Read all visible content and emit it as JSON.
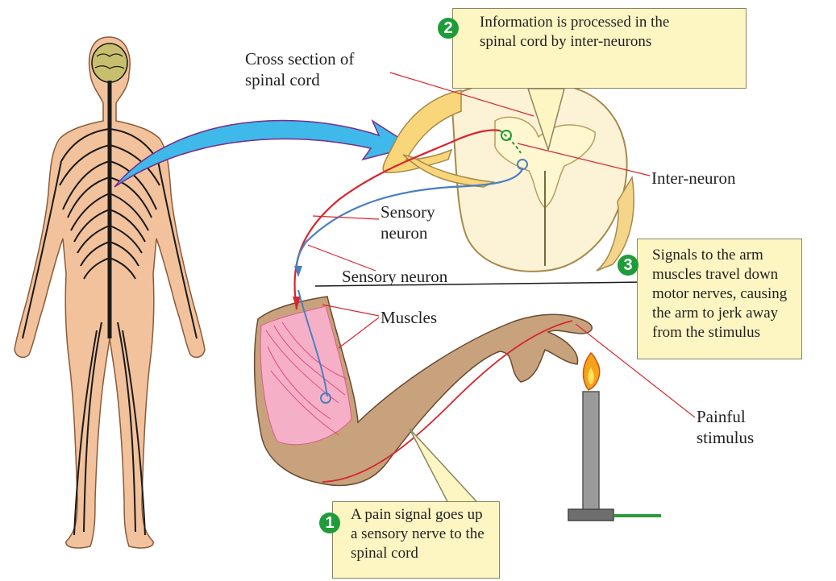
{
  "labels": {
    "cross_section": [
      "Cross section of",
      "spinal cord"
    ],
    "inter_neuron": "Inter-neuron",
    "sensory_neuron_upper": [
      "Sensory",
      "neuron"
    ],
    "sensory_neuron_lower": "Sensory neuron",
    "muscles": "Muscles",
    "painful_stimulus": [
      "Painful",
      "stimulus"
    ]
  },
  "callouts": [
    {
      "number": "1",
      "lines": [
        "A pain signal goes up",
        "a sensory nerve to the",
        "spinal cord"
      ]
    },
    {
      "number": "2",
      "lines": [
        "Information is processed in the",
        "spinal cord by inter-neurons"
      ]
    },
    {
      "number": "3",
      "lines": [
        "Signals to the arm",
        "muscles travel down",
        "motor nerves, causing",
        "the arm to jerk away",
        "from the stimulus"
      ]
    }
  ],
  "colors": {
    "callout_fill": "#fdf6c3",
    "number_badge": "#1e9c3a",
    "skin": "#f2c29c",
    "nerve": "#1a1a1a",
    "arrow": "#3fb8ea",
    "sensory_path": "#d8262e",
    "motor_path": "#4a7fc1",
    "muscle": "#f28cb4",
    "flame": "#f7a21b"
  },
  "icons": [
    "human-nervous-system-figure",
    "spinal-cord-cross-section",
    "arm-icon",
    "candle-icon"
  ]
}
